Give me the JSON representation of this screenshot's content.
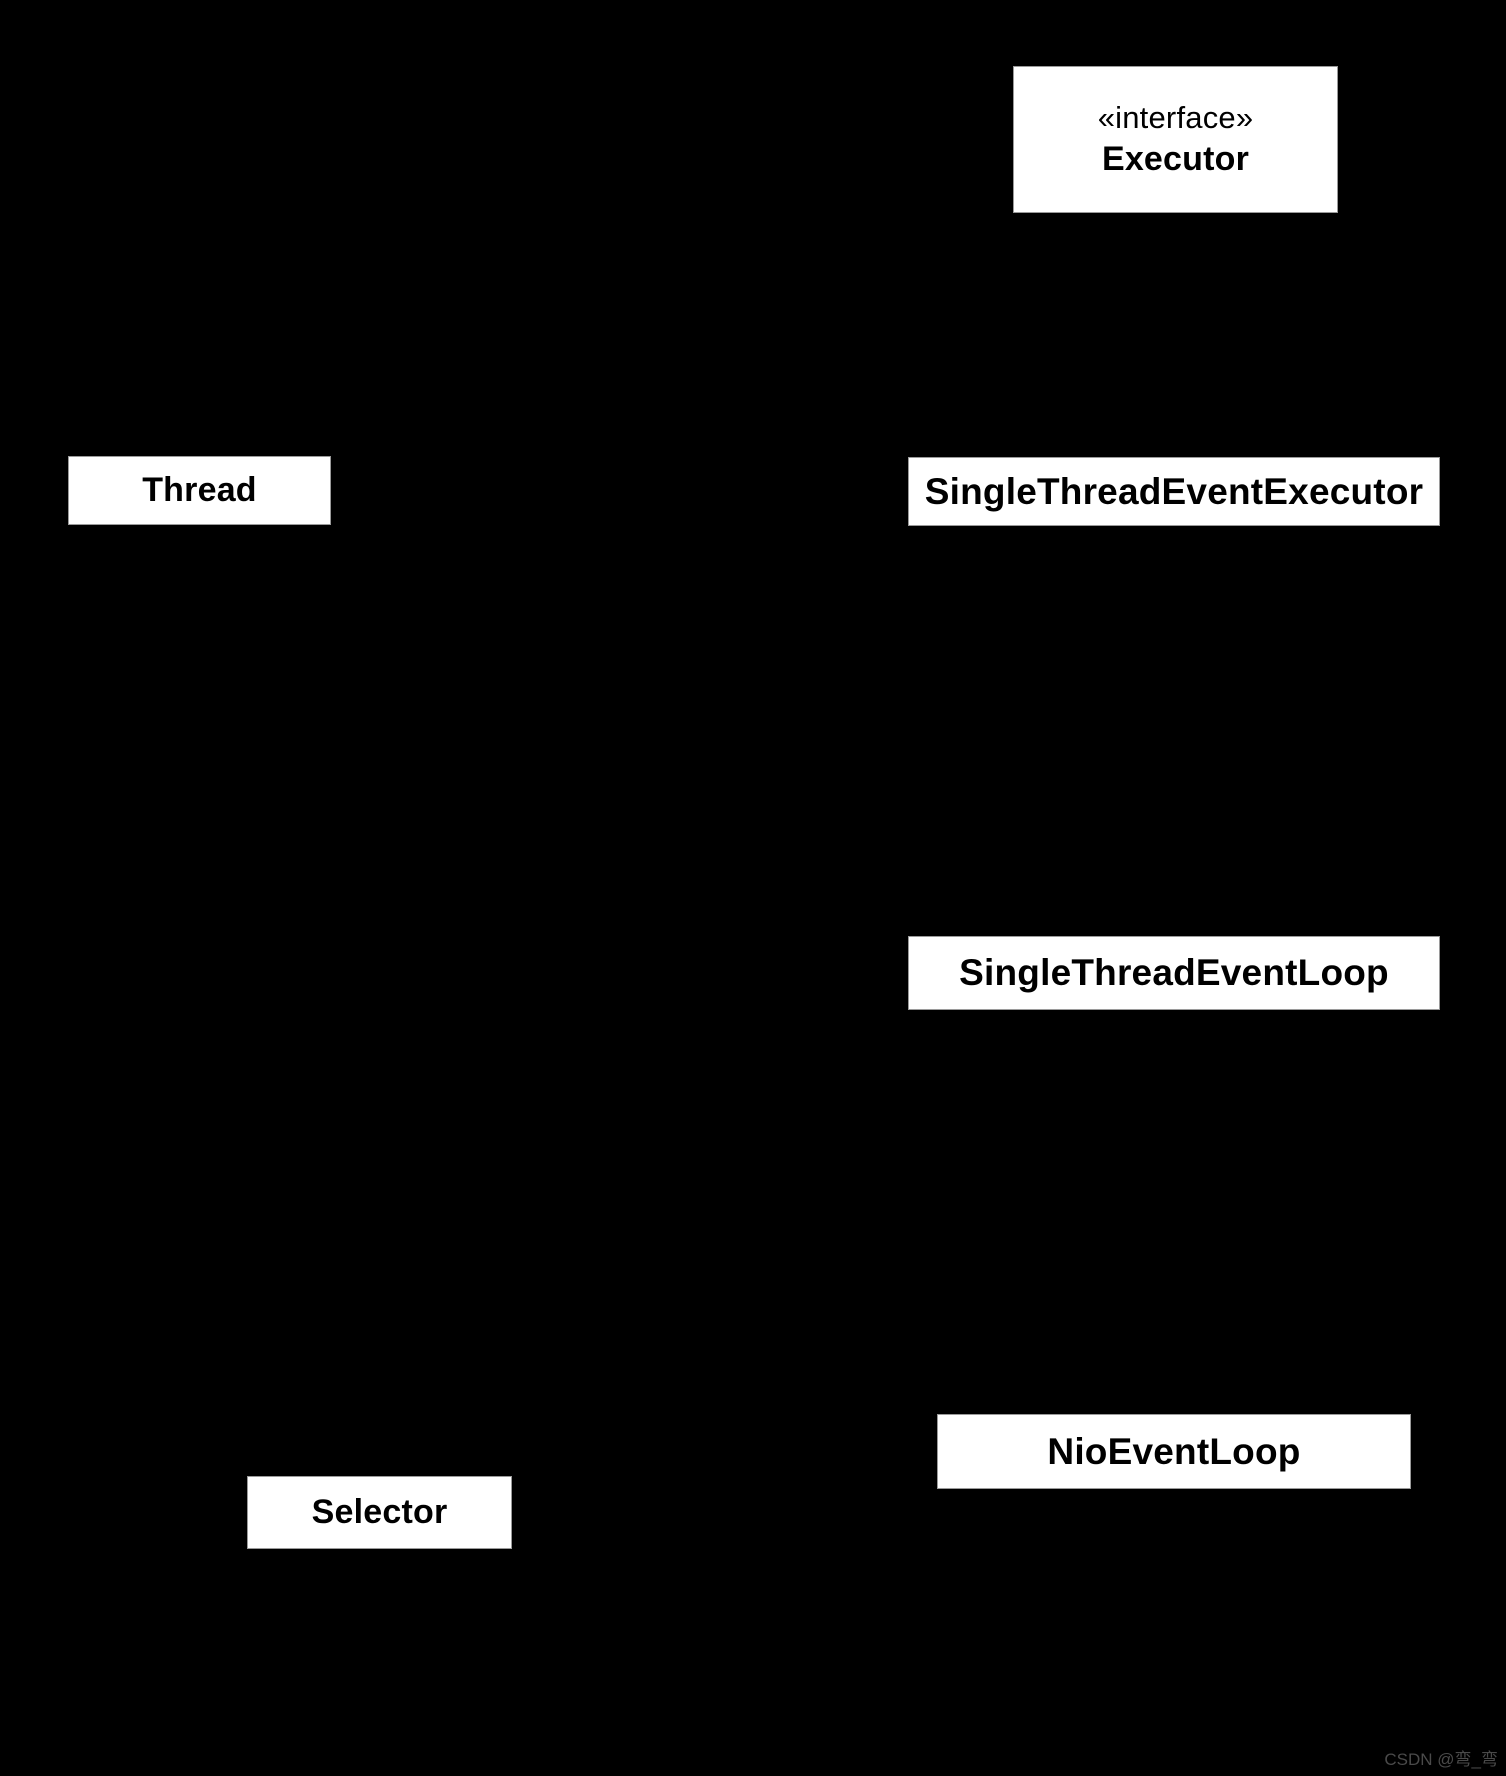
{
  "diagram": {
    "kind": "uml-class-diagram",
    "background_color": "#000000",
    "box_fill_color": "#ffffff",
    "box_border_color": "#9a9a9a",
    "text_color": "#000000",
    "nodes": {
      "executor": {
        "stereotype": "«interface»",
        "name": "Executor"
      },
      "thread": {
        "name": "Thread"
      },
      "single_thread_event_executor": {
        "name": "SingleThreadEventExecutor"
      },
      "single_thread_event_loop": {
        "name": "SingleThreadEventLoop"
      },
      "nio_event_loop": {
        "name": "NioEventLoop"
      },
      "selector": {
        "name": "Selector"
      }
    }
  },
  "watermark": {
    "text": "CSDN @弯_弯",
    "color": "#4a4a4a"
  }
}
